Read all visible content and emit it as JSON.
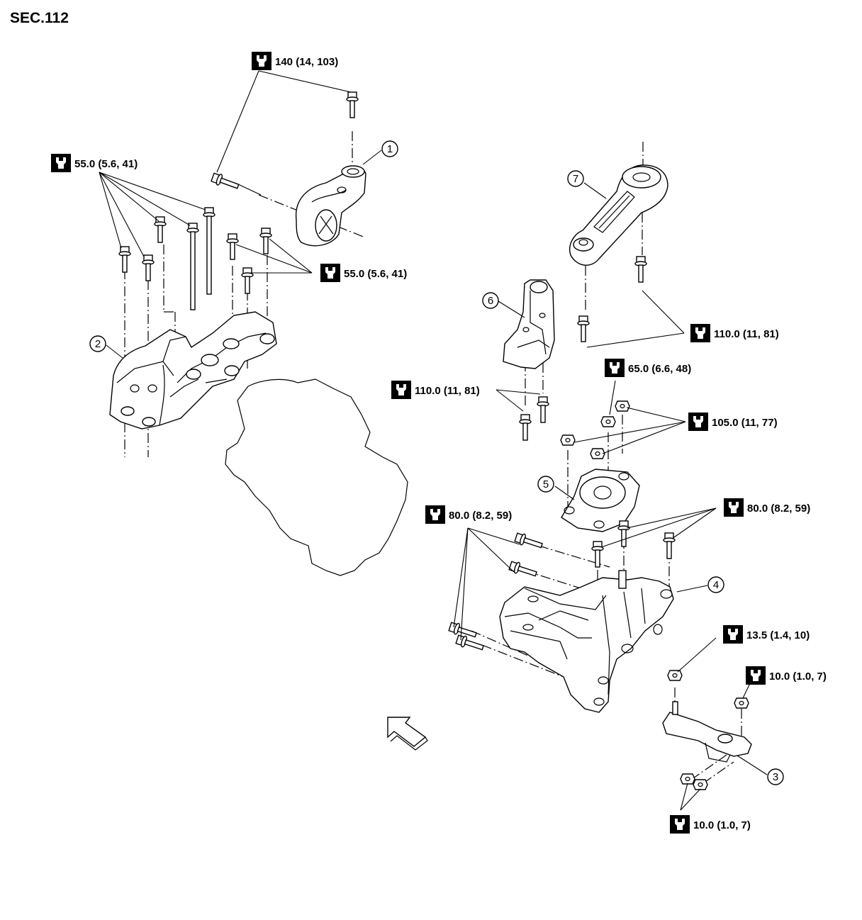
{
  "section_label": "SEC.112",
  "torque_labels": [
    {
      "id": "t1",
      "text": "140 (14, 103)"
    },
    {
      "id": "t2",
      "text": "55.0 (5.6, 41)"
    },
    {
      "id": "t3",
      "text": "55.0 (5.6, 41)"
    },
    {
      "id": "t4",
      "text": "110.0 (11, 81)"
    },
    {
      "id": "t5",
      "text": "65.0 (6.6, 48)"
    },
    {
      "id": "t6",
      "text": "110.0 (11, 81)"
    },
    {
      "id": "t7",
      "text": "105.0 (11, 77)"
    },
    {
      "id": "t8",
      "text": "80.0 (8.2, 59)"
    },
    {
      "id": "t9",
      "text": "80.0 (8.2, 59)"
    },
    {
      "id": "t10",
      "text": "13.5 (1.4, 10)"
    },
    {
      "id": "t11",
      "text": "10.0 (1.0, 7)"
    },
    {
      "id": "t12",
      "text": "10.0 (1.0, 7)"
    }
  ],
  "part_callouts": [
    "1",
    "2",
    "3",
    "4",
    "5",
    "6",
    "7"
  ],
  "icons": {
    "torque": "torque-wrench-icon",
    "front": "front-direction-arrow-icon"
  }
}
